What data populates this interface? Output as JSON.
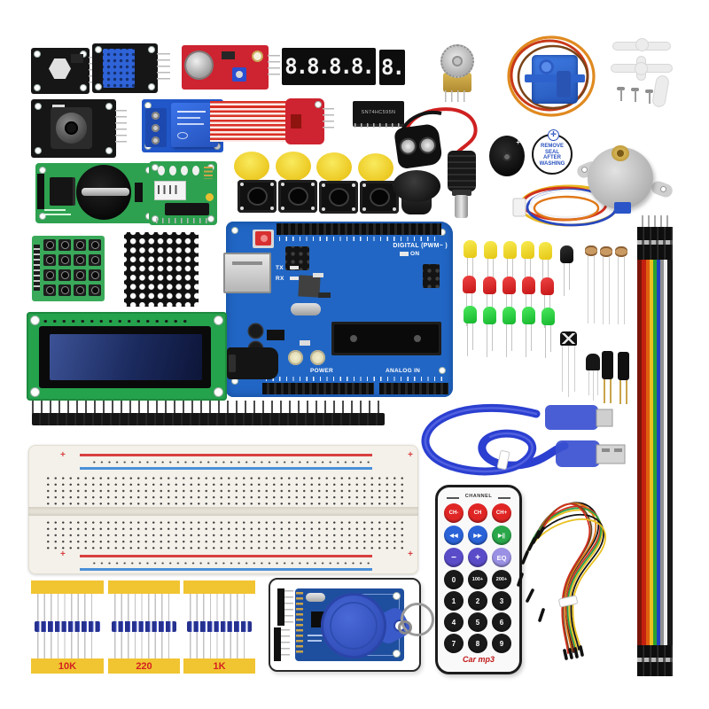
{
  "scene": {
    "description": "Arduino UNO starter kit components arranged on a white background"
  },
  "colors": {
    "arduino_blue": "#2166c4",
    "pcb_green": "#2da14f",
    "pcb_red": "#ce2330",
    "relay_blue": "#2157c8",
    "tape_yellow": "#f1c431",
    "ribbon_rainbow": [
      "#7a1408",
      "#c42010",
      "#e06010",
      "#e8c020",
      "#28a030",
      "#2040c0",
      "#909090",
      "#f0f0f0",
      "#181818"
    ],
    "servo_blue": "#2f6fd8",
    "usb_cable_blue": "#2b3fd0"
  },
  "arduino": {
    "digital_label": "DIGITAL (PWM~ )",
    "tx_label": "TX",
    "rx_label": "RX",
    "on_label": "ON",
    "power_label": "POWER",
    "analog_label": "ANALOG IN"
  },
  "segment_displays": {
    "four_digit": "8.8.8.8.",
    "one_digit": "8."
  },
  "ic_chip": {
    "part_number": "SN74HC595N"
  },
  "sealed_buzzer": {
    "text": "REMOVE SEAL AFTER WASHING"
  },
  "piezo_buzzer": {
    "polarity_mark": "+"
  },
  "breadboard": {
    "rail_plus": "+"
  },
  "remote": {
    "channel_label": "CHANNEL",
    "buttons": [
      [
        "CH-",
        "CH",
        "CH+"
      ],
      [
        "◀◀",
        "▶▶",
        "▶||"
      ],
      [
        "−",
        "+",
        "EQ"
      ],
      [
        "0",
        "100+",
        "200+"
      ],
      [
        "1",
        "2",
        "3"
      ],
      [
        "4",
        "5",
        "6"
      ],
      [
        "7",
        "8",
        "9"
      ]
    ],
    "logo": "Car mp3"
  },
  "resistor_packs": [
    {
      "label": "10K"
    },
    {
      "label": "220"
    },
    {
      "label": "1K"
    }
  ]
}
